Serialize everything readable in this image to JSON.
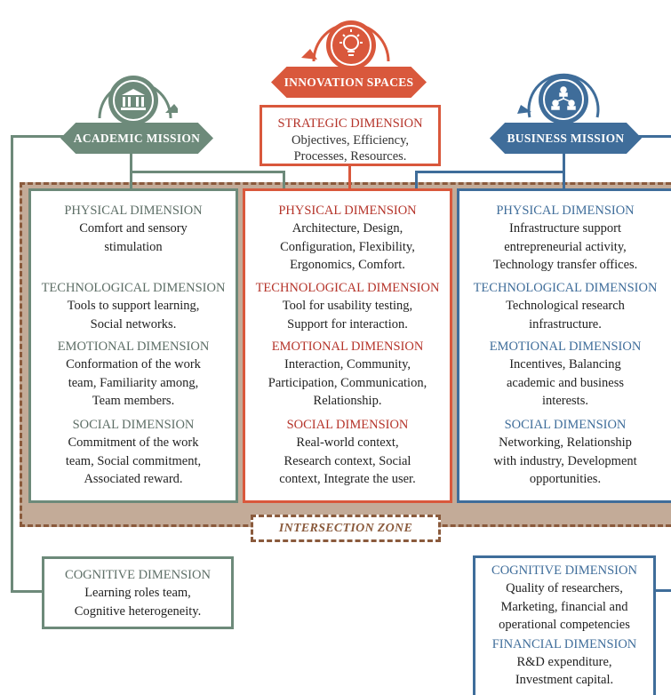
{
  "center_top": {
    "title": "INNOVATION SPACES",
    "strategic": {
      "head": "STRATEGIC DIMENSION",
      "lines": [
        "Objectives, Efficiency,",
        "Processes, Resources."
      ]
    }
  },
  "academic": {
    "title": "ACADEMIC MISSION",
    "sections": [
      {
        "head": "PHYSICAL DIMENSION",
        "lines": [
          "Comfort and sensory",
          "stimulation"
        ]
      },
      {
        "head": "TECHNOLOGICAL DIMENSION",
        "lines": [
          "Tools to support learning,",
          "Social networks."
        ]
      },
      {
        "head": "EMOTIONAL DIMENSION",
        "lines": [
          "Conformation of the work",
          "team, Familiarity among,",
          "Team members."
        ]
      },
      {
        "head": "SOCIAL DIMENSION",
        "lines": [
          "Commitment of the work",
          "team, Social commitment,",
          "Associated reward."
        ]
      }
    ],
    "cognitive": {
      "head": "COGNITIVE DIMENSION",
      "lines": [
        "Learning roles team,",
        "Cognitive heterogeneity."
      ]
    }
  },
  "innovation": {
    "sections": [
      {
        "head": "PHYSICAL DIMENSION",
        "lines": [
          "Architecture, Design,",
          "Configuration, Flexibility,",
          "Ergonomics, Comfort."
        ]
      },
      {
        "head": "TECHNOLOGICAL DIMENSION",
        "lines": [
          "Tool for usability testing,",
          "Support for interaction."
        ]
      },
      {
        "head": "EMOTIONAL DIMENSION",
        "lines": [
          "Interaction, Community,",
          "Participation, Communication,",
          "Relationship."
        ]
      },
      {
        "head": "SOCIAL DIMENSION",
        "lines": [
          "Real-world context,",
          "Research context, Social",
          "context, Integrate the user."
        ]
      }
    ]
  },
  "business": {
    "title": "BUSINESS MISSION",
    "sections": [
      {
        "head": "PHYSICAL DIMENSION",
        "lines": [
          "Infrastructure support",
          "entrepreneurial activity,",
          "Technology transfer offices."
        ]
      },
      {
        "head": "TECHNOLOGICAL DIMENSION",
        "lines": [
          "Technological research",
          "infrastructure."
        ]
      },
      {
        "head": "EMOTIONAL DIMENSION",
        "lines": [
          "Incentives, Balancing",
          "academic and business",
          "interests."
        ]
      },
      {
        "head": "SOCIAL DIMENSION",
        "lines": [
          "Networking, Relationship",
          "with industry, Development",
          "opportunities."
        ]
      }
    ],
    "cognitive": {
      "head": "COGNITIVE DIMENSION",
      "lines": [
        "Quality of researchers,",
        "Marketing, financial and",
        "operational competencies"
      ]
    },
    "financial": {
      "head": "FINANCIAL DIMENSION",
      "lines": [
        "R&D expenditure,",
        "Investment capital."
      ]
    }
  },
  "intersection": "INTERSECTION ZONE",
  "icons": {
    "academic": "institution-icon",
    "innovation": "lightbulb-icon",
    "business": "network-people-icon"
  },
  "colors": {
    "academic": "#6d8a7a",
    "innovation": "#d9583c",
    "business": "#3f6d9a",
    "zone": "#c3ab98",
    "dash": "#8a5a3c"
  }
}
